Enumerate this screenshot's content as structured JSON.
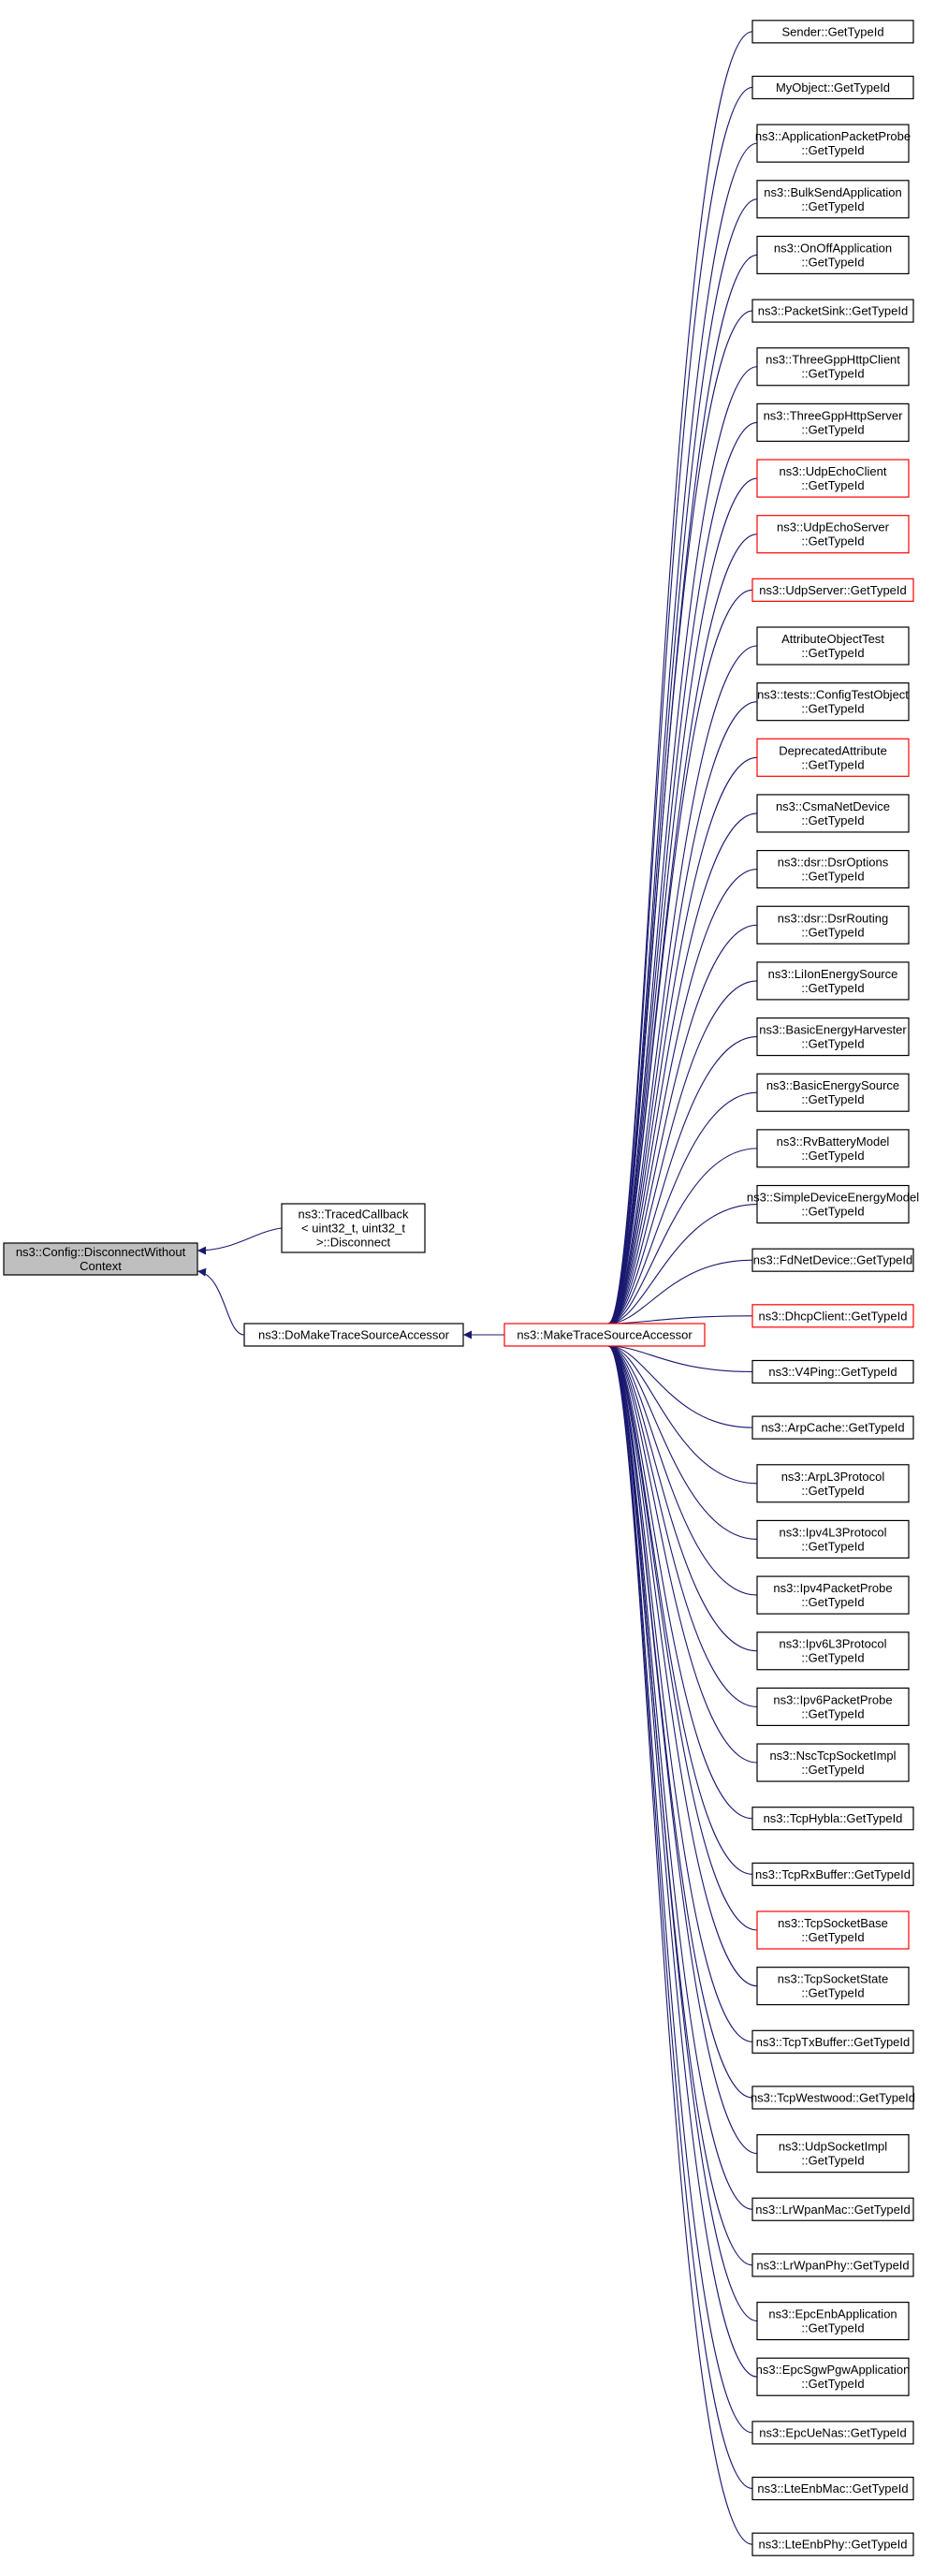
{
  "root": {
    "lines": [
      "ns3::Config::DisconnectWithout",
      "Context"
    ]
  },
  "mid_nodes": [
    {
      "id": "traced",
      "lines": [
        "ns3::TracedCallback",
        "< uint32_t, uint32_t",
        ">::Disconnect"
      ]
    },
    {
      "id": "domake",
      "lines": [
        "ns3::DoMakeTraceSourceAccessor"
      ]
    }
  ],
  "hub": {
    "lines": [
      "ns3::MakeTraceSourceAccessor"
    ],
    "highlight": true
  },
  "callers": [
    {
      "lines": [
        "Sender::GetTypeId"
      ],
      "highlight": false
    },
    {
      "lines": [
        "MyObject::GetTypeId"
      ],
      "highlight": false
    },
    {
      "lines": [
        "ns3::ApplicationPacketProbe",
        "::GetTypeId"
      ],
      "highlight": false
    },
    {
      "lines": [
        "ns3::BulkSendApplication",
        "::GetTypeId"
      ],
      "highlight": false
    },
    {
      "lines": [
        "ns3::OnOffApplication",
        "::GetTypeId"
      ],
      "highlight": false
    },
    {
      "lines": [
        "ns3::PacketSink::GetTypeId"
      ],
      "highlight": false
    },
    {
      "lines": [
        "ns3::ThreeGppHttpClient",
        "::GetTypeId"
      ],
      "highlight": false
    },
    {
      "lines": [
        "ns3::ThreeGppHttpServer",
        "::GetTypeId"
      ],
      "highlight": false
    },
    {
      "lines": [
        "ns3::UdpEchoClient",
        "::GetTypeId"
      ],
      "highlight": true
    },
    {
      "lines": [
        "ns3::UdpEchoServer",
        "::GetTypeId"
      ],
      "highlight": true
    },
    {
      "lines": [
        "ns3::UdpServer::GetTypeId"
      ],
      "highlight": true
    },
    {
      "lines": [
        "AttributeObjectTest",
        "::GetTypeId"
      ],
      "highlight": false
    },
    {
      "lines": [
        "ns3::tests::ConfigTestObject",
        "::GetTypeId"
      ],
      "highlight": false
    },
    {
      "lines": [
        "DeprecatedAttribute",
        "::GetTypeId"
      ],
      "highlight": true
    },
    {
      "lines": [
        "ns3::CsmaNetDevice",
        "::GetTypeId"
      ],
      "highlight": false
    },
    {
      "lines": [
        "ns3::dsr::DsrOptions",
        "::GetTypeId"
      ],
      "highlight": false
    },
    {
      "lines": [
        "ns3::dsr::DsrRouting",
        "::GetTypeId"
      ],
      "highlight": false
    },
    {
      "lines": [
        "ns3::LiIonEnergySource",
        "::GetTypeId"
      ],
      "highlight": false
    },
    {
      "lines": [
        "ns3::BasicEnergyHarvester",
        "::GetTypeId"
      ],
      "highlight": false
    },
    {
      "lines": [
        "ns3::BasicEnergySource",
        "::GetTypeId"
      ],
      "highlight": false
    },
    {
      "lines": [
        "ns3::RvBatteryModel",
        "::GetTypeId"
      ],
      "highlight": false
    },
    {
      "lines": [
        "ns3::SimpleDeviceEnergyModel",
        "::GetTypeId"
      ],
      "highlight": false
    },
    {
      "lines": [
        "ns3::FdNetDevice::GetTypeId"
      ],
      "highlight": false
    },
    {
      "lines": [
        "ns3::DhcpClient::GetTypeId"
      ],
      "highlight": true
    },
    {
      "lines": [
        "ns3::V4Ping::GetTypeId"
      ],
      "highlight": false
    },
    {
      "lines": [
        "ns3::ArpCache::GetTypeId"
      ],
      "highlight": false
    },
    {
      "lines": [
        "ns3::ArpL3Protocol",
        "::GetTypeId"
      ],
      "highlight": false
    },
    {
      "lines": [
        "ns3::Ipv4L3Protocol",
        "::GetTypeId"
      ],
      "highlight": false
    },
    {
      "lines": [
        "ns3::Ipv4PacketProbe",
        "::GetTypeId"
      ],
      "highlight": false
    },
    {
      "lines": [
        "ns3::Ipv6L3Protocol",
        "::GetTypeId"
      ],
      "highlight": false
    },
    {
      "lines": [
        "ns3::Ipv6PacketProbe",
        "::GetTypeId"
      ],
      "highlight": false
    },
    {
      "lines": [
        "ns3::NscTcpSocketImpl",
        "::GetTypeId"
      ],
      "highlight": false
    },
    {
      "lines": [
        "ns3::TcpHybla::GetTypeId"
      ],
      "highlight": false
    },
    {
      "lines": [
        "ns3::TcpRxBuffer::GetTypeId"
      ],
      "highlight": false
    },
    {
      "lines": [
        "ns3::TcpSocketBase",
        "::GetTypeId"
      ],
      "highlight": true
    },
    {
      "lines": [
        "ns3::TcpSocketState",
        "::GetTypeId"
      ],
      "highlight": false
    },
    {
      "lines": [
        "ns3::TcpTxBuffer::GetTypeId"
      ],
      "highlight": false
    },
    {
      "lines": [
        "ns3::TcpWestwood::GetTypeId"
      ],
      "highlight": false
    },
    {
      "lines": [
        "ns3::UdpSocketImpl",
        "::GetTypeId"
      ],
      "highlight": false
    },
    {
      "lines": [
        "ns3::LrWpanMac::GetTypeId"
      ],
      "highlight": false
    },
    {
      "lines": [
        "ns3::LrWpanPhy::GetTypeId"
      ],
      "highlight": false
    },
    {
      "lines": [
        "ns3::EpcEnbApplication",
        "::GetTypeId"
      ],
      "highlight": false
    },
    {
      "lines": [
        "ns3::EpcSgwPgwApplication",
        "::GetTypeId"
      ],
      "highlight": false
    },
    {
      "lines": [
        "ns3::EpcUeNas::GetTypeId"
      ],
      "highlight": false
    },
    {
      "lines": [
        "ns3::LteEnbMac::GetTypeId"
      ],
      "highlight": false
    },
    {
      "lines": [
        "ns3::LteEnbPhy::GetTypeId"
      ],
      "highlight": false
    }
  ],
  "colors": {
    "edge": "#191970",
    "node_border": "#000000",
    "highlight_border": "#ff0000",
    "root_fill": "#bfbfbf",
    "node_fill": "#ffffff"
  }
}
